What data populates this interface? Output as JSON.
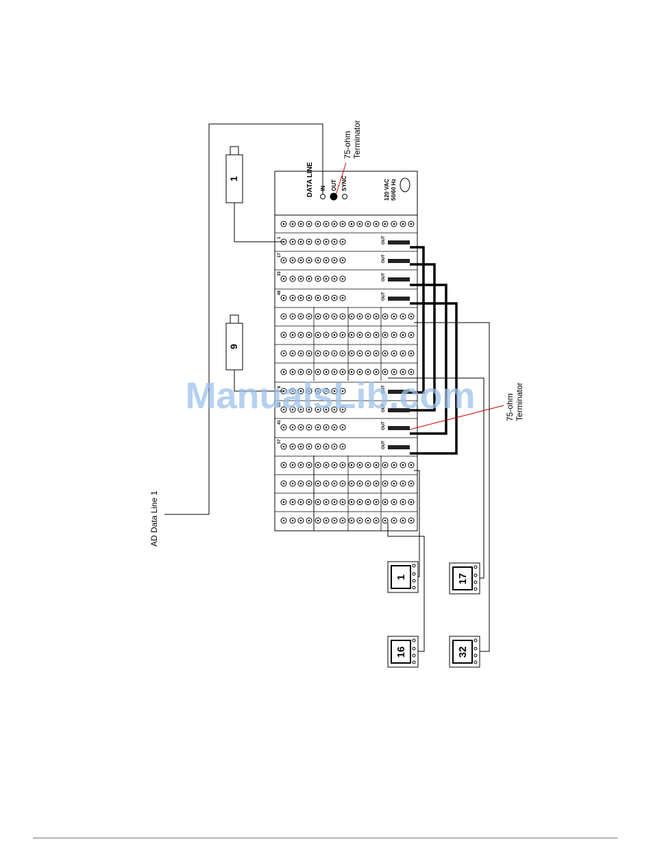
{
  "labels": {
    "ad_data_line": "AD Data Line 1",
    "terminator_line1": "75-ohm",
    "terminator_line2": "Terminator",
    "data_line": "DATA LINE",
    "in": "IN",
    "out": "OUT",
    "sync": "SYNC",
    "power_line1": "120 VAC",
    "power_line2": "50/60 Hz"
  },
  "cameras": {
    "top": "1",
    "bottom": "9"
  },
  "monitors": [
    "1",
    "16",
    "17",
    "32"
  ],
  "module_numbers": [
    "1",
    "17",
    "33",
    "49",
    "9",
    "25",
    "41",
    "57"
  ],
  "watermark": "ManualsLib.com",
  "colors": {
    "line": "#000000",
    "terminator_line": "#cc0000",
    "watermark": "#9ec1ea"
  }
}
